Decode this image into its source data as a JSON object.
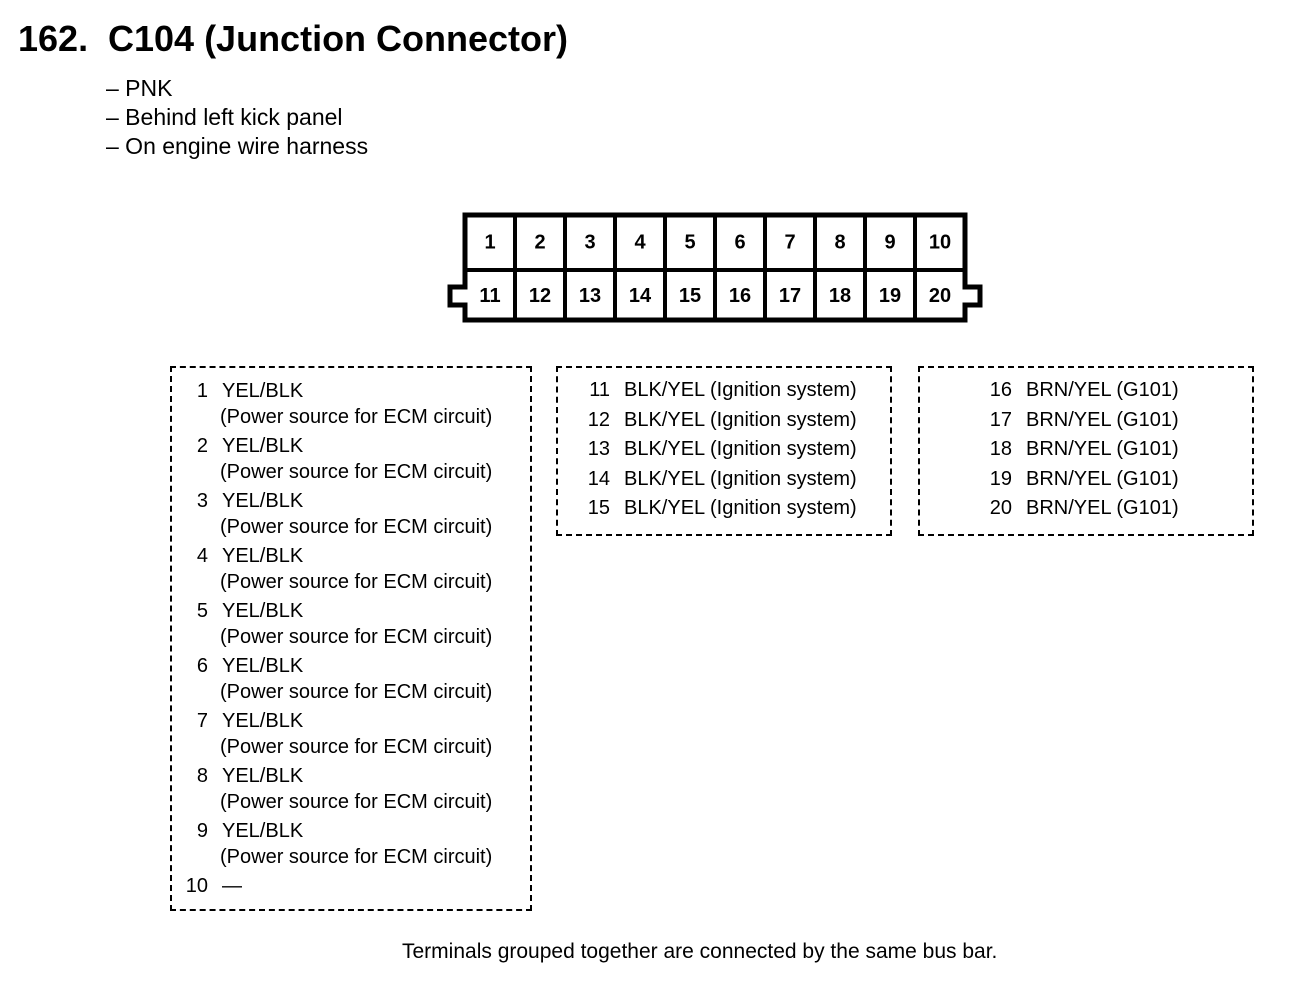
{
  "title": {
    "number": "162.",
    "text": "C104 (Junction Connector)"
  },
  "notes": [
    "– PNK",
    "– Behind left kick panel",
    "– On engine wire harness"
  ],
  "connector": {
    "top_row": [
      "1",
      "2",
      "3",
      "4",
      "5",
      "6",
      "7",
      "8",
      "9",
      "10"
    ],
    "bottom_row": [
      "11",
      "12",
      "13",
      "14",
      "15",
      "16",
      "17",
      "18",
      "19",
      "20"
    ]
  },
  "groups": [
    {
      "terminals": [
        {
          "terminal": "1",
          "wire": "YEL/BLK",
          "description": "(Power source for ECM circuit)"
        },
        {
          "terminal": "2",
          "wire": "YEL/BLK",
          "description": "(Power source for ECM circuit)"
        },
        {
          "terminal": "3",
          "wire": "YEL/BLK",
          "description": "(Power source for ECM circuit)"
        },
        {
          "terminal": "4",
          "wire": "YEL/BLK",
          "description": "(Power source for ECM circuit)"
        },
        {
          "terminal": "5",
          "wire": "YEL/BLK",
          "description": "(Power source for ECM circuit)"
        },
        {
          "terminal": "6",
          "wire": "YEL/BLK",
          "description": "(Power source for ECM circuit)"
        },
        {
          "terminal": "7",
          "wire": "YEL/BLK",
          "description": "(Power source for ECM circuit)"
        },
        {
          "terminal": "8",
          "wire": "YEL/BLK",
          "description": "(Power source for ECM circuit)"
        },
        {
          "terminal": "9",
          "wire": "YEL/BLK",
          "description": "(Power source for ECM circuit)"
        },
        {
          "terminal": "10",
          "wire": "—",
          "description": ""
        }
      ]
    },
    {
      "terminals": [
        {
          "terminal": "11",
          "wire": "BLK/YEL (Ignition system)"
        },
        {
          "terminal": "12",
          "wire": "BLK/YEL (Ignition system)"
        },
        {
          "terminal": "13",
          "wire": "BLK/YEL (Ignition system)"
        },
        {
          "terminal": "14",
          "wire": "BLK/YEL (Ignition system)"
        },
        {
          "terminal": "15",
          "wire": "BLK/YEL (Ignition system)"
        }
      ]
    },
    {
      "terminals": [
        {
          "terminal": "16",
          "wire": "BRN/YEL (G101)"
        },
        {
          "terminal": "17",
          "wire": "BRN/YEL (G101)"
        },
        {
          "terminal": "18",
          "wire": "BRN/YEL (G101)"
        },
        {
          "terminal": "19",
          "wire": "BRN/YEL (G101)"
        },
        {
          "terminal": "20",
          "wire": "BRN/YEL (G101)"
        }
      ]
    }
  ],
  "footer": "Terminals grouped together are connected by the same bus bar."
}
